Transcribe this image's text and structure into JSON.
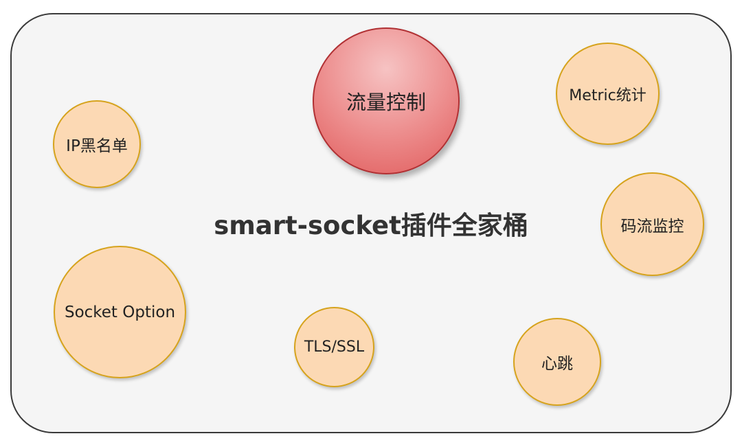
{
  "diagram": {
    "center_title": "smart-socket插件全家桶",
    "plugins": {
      "flow_control": "流量控制",
      "metric": "Metric统计",
      "ip_blacklist": "IP黑名单",
      "stream_monitor": "码流监控",
      "socket_option": "Socket Option",
      "tls_ssl": "TLS/SSL",
      "heartbeat": "心跳"
    }
  },
  "colors": {
    "border": "#3a3a3a",
    "background": "#f5f5f5",
    "bubble_fill": "#fcd9b4",
    "bubble_stroke": "#d6a31c",
    "primary_fill": "#e05c5c",
    "primary_stroke": "#b03033",
    "text": "#333333"
  }
}
